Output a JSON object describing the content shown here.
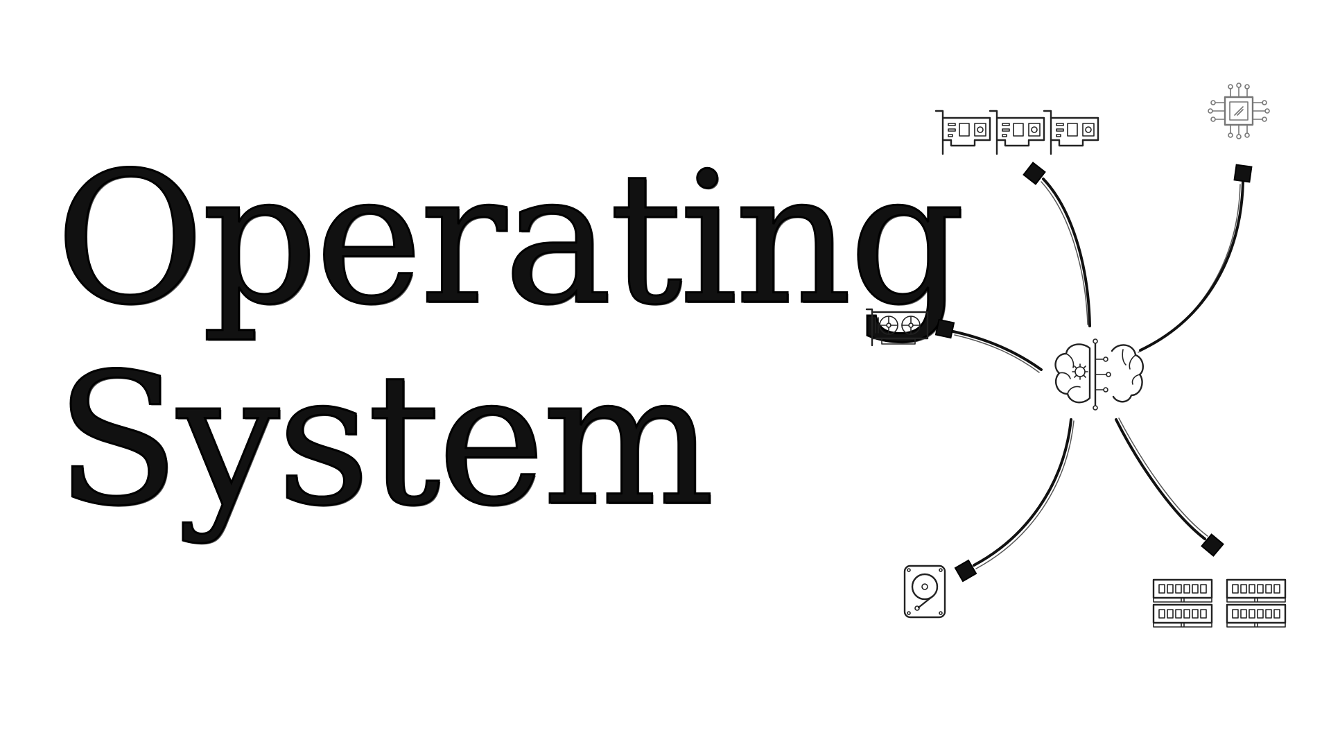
{
  "title": {
    "line1": "Operating",
    "line2": "System"
  },
  "diagram": {
    "center_icon": "brain-circuit-icon",
    "nodes": [
      {
        "name": "expansion-cards",
        "icon": "pci-card-icon"
      },
      {
        "name": "cpu",
        "icon": "cpu-chip-icon"
      },
      {
        "name": "gpu",
        "icon": "graphics-card-icon"
      },
      {
        "name": "hard-disk",
        "icon": "hard-disk-icon"
      },
      {
        "name": "memory",
        "icon": "ram-module-icon"
      }
    ]
  },
  "colors": {
    "ink": "#111111",
    "background": "#ffffff",
    "cpu_icon": "#777777"
  }
}
